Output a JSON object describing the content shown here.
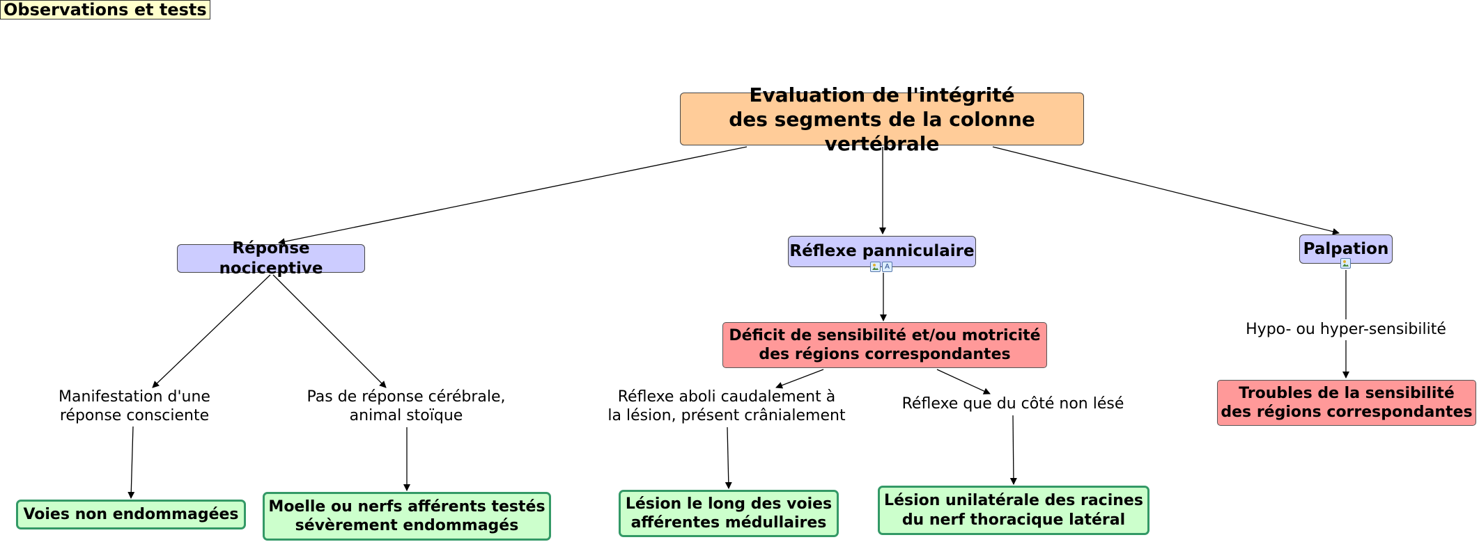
{
  "header": {
    "title": "Observations et tests"
  },
  "map": {
    "root": {
      "label": "Evaluation de l'intégrité\ndes segments de la colonne vertébrale"
    },
    "branches": {
      "nociceptive": {
        "label": "Réponse nociceptive"
      },
      "panniculaire": {
        "label": "Réflexe panniculaire"
      },
      "palpation": {
        "label": "Palpation"
      }
    },
    "links": {
      "conscious": "Manifestation d'une\nréponse consciente",
      "stoic": "Pas de réponse cérébrale,\nanimal stoïque",
      "reflex_abolished": "Réflexe aboli caudalement à\nla lésion, présent crânialement",
      "reflex_unilateral": "Réflexe que du côté non lésé",
      "hypo_hyper": "Hypo- ou hyper-sensibilité"
    },
    "deficit": {
      "panniculaire": "Déficit de sensibilité et/ou motricité\ndes régions correspondantes",
      "palpation": "Troubles de la sensibilité\ndes régions correspondantes"
    },
    "outcomes": {
      "intact": "Voies non endommagées",
      "severe": "Moelle ou nerfs afférents testés\nsévèrement endommagés",
      "medullary": "Lésion le long des voies\nafférentes médullaires",
      "unilateral": "Lésion unilatérale des racines\ndu nerf thoracique latéral"
    },
    "icons": [
      "image-icon",
      "translate-icon",
      "image-icon"
    ]
  }
}
